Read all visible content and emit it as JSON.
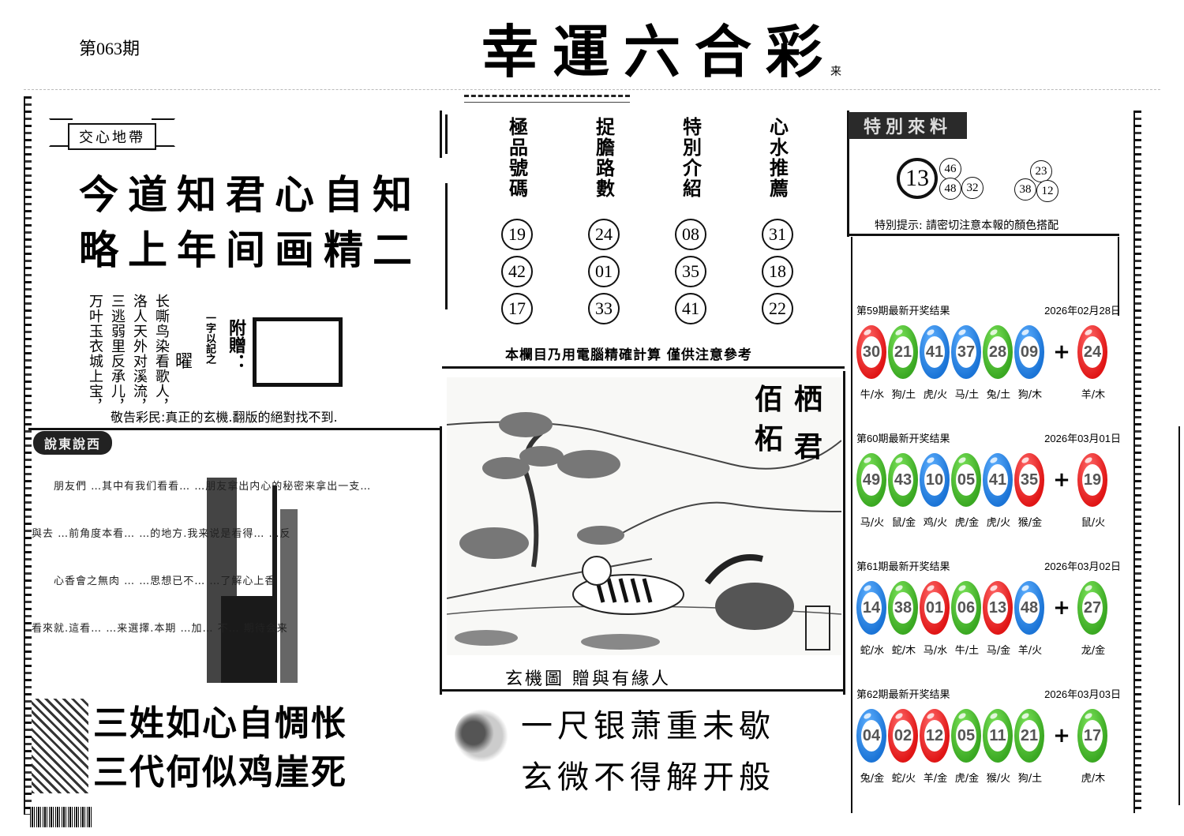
{
  "header": {
    "issue": "第063期",
    "title": "幸運六合彩",
    "title_suffix": "来"
  },
  "heart_zone": {
    "banner": "交心地帶",
    "poem_lines": [
      "今道知君心自知",
      "略上年间画精二"
    ],
    "verse_columns": [
      "长嘶鸟染看歌人，",
      "洛人天外对溪流，",
      "三逃弱里反承儿，",
      "万叶玉衣城上宝，"
    ],
    "hint_char": "曜",
    "hint_label": "一字以記之",
    "gift_label": "附贈：",
    "notice": "敬告彩民:真正的玄機.翻版的絕對找不到."
  },
  "picks": {
    "columns": [
      {
        "title": "極品號碼",
        "numbers": [
          "19",
          "42",
          "17"
        ]
      },
      {
        "title": "捉膽路數",
        "numbers": [
          "24",
          "01",
          "33"
        ]
      },
      {
        "title": "特別介紹",
        "numbers": [
          "08",
          "35",
          "41"
        ]
      },
      {
        "title": "心水推薦",
        "numbers": [
          "31",
          "18",
          "22"
        ]
      }
    ],
    "note": "本欄目乃用電腦精確計算 僅供注意參考"
  },
  "special": {
    "header": "特別來料",
    "main_number": "13",
    "group1": [
      "46",
      "48",
      "32"
    ],
    "group2": [
      "23",
      "38",
      "12"
    ],
    "tip": "特別提示: 請密切注意本報的顏色搭配"
  },
  "results": [
    {
      "title": "第59期最新开奖结果",
      "date": "2026年02月28日",
      "balls": [
        {
          "n": "30",
          "color": "red",
          "label": "牛/水"
        },
        {
          "n": "21",
          "color": "green",
          "label": "狗/土"
        },
        {
          "n": "41",
          "color": "blue",
          "label": "虎/火"
        },
        {
          "n": "37",
          "color": "blue",
          "label": "马/土"
        },
        {
          "n": "28",
          "color": "green",
          "label": "兔/土"
        },
        {
          "n": "09",
          "color": "blue",
          "label": "狗/木"
        }
      ],
      "special": {
        "n": "24",
        "color": "red",
        "label": "羊/木"
      }
    },
    {
      "title": "第60期最新开奖结果",
      "date": "2026年03月01日",
      "balls": [
        {
          "n": "49",
          "color": "green",
          "label": "马/火"
        },
        {
          "n": "43",
          "color": "green",
          "label": "鼠/金"
        },
        {
          "n": "10",
          "color": "blue",
          "label": "鸡/火"
        },
        {
          "n": "05",
          "color": "green",
          "label": "虎/金"
        },
        {
          "n": "41",
          "color": "blue",
          "label": "虎/火"
        },
        {
          "n": "35",
          "color": "red",
          "label": "猴/金"
        }
      ],
      "special": {
        "n": "19",
        "color": "red",
        "label": "鼠/火"
      }
    },
    {
      "title": "第61期最新开奖结果",
      "date": "2026年03月02日",
      "balls": [
        {
          "n": "14",
          "color": "blue",
          "label": "蛇/水"
        },
        {
          "n": "38",
          "color": "green",
          "label": "蛇/木"
        },
        {
          "n": "01",
          "color": "red",
          "label": "马/水"
        },
        {
          "n": "06",
          "color": "green",
          "label": "牛/土"
        },
        {
          "n": "13",
          "color": "red",
          "label": "马/金"
        },
        {
          "n": "48",
          "color": "blue",
          "label": "羊/火"
        }
      ],
      "special": {
        "n": "27",
        "color": "green",
        "label": "龙/金"
      }
    },
    {
      "title": "第62期最新开奖结果",
      "date": "2026年03月03日",
      "balls": [
        {
          "n": "04",
          "color": "blue",
          "label": "兔/金"
        },
        {
          "n": "02",
          "color": "red",
          "label": "蛇/火"
        },
        {
          "n": "12",
          "color": "red",
          "label": "羊/金"
        },
        {
          "n": "05",
          "color": "green",
          "label": "虎/金"
        },
        {
          "n": "11",
          "color": "green",
          "label": "猴/火"
        },
        {
          "n": "21",
          "color": "green",
          "label": "狗/土"
        }
      ],
      "special": {
        "n": "17",
        "color": "green",
        "label": "虎/木"
      }
    }
  ],
  "plus_sign": "+",
  "painting": {
    "calligraphy": [
      "栖君",
      "佰柘"
    ],
    "caption": "玄機圖 贈與有緣人"
  },
  "middle_poem": [
    "一尺银萧重未歇",
    "玄微不得解开般"
  ],
  "say_section": {
    "header": "說東說西",
    "lines": [
      "朋友們 …其中有我们看看…  …朋友拿出内心的秘密来拿出一支…",
      "與去 …前角度本看…  …的地方.我来说是看得…  …反",
      "心香會之無肉 …  …思想已不…  …了解心上香",
      "看來就.這看… …来選擇.本期 …加… 不… 期待会来"
    ]
  },
  "bottom_poem": [
    "三姓如心自惆怅",
    "三代何似鸡崖死"
  ],
  "colors": {
    "red": "#e01515",
    "green": "#3aa822",
    "blue": "#1b74d6",
    "ink": "#111111"
  }
}
